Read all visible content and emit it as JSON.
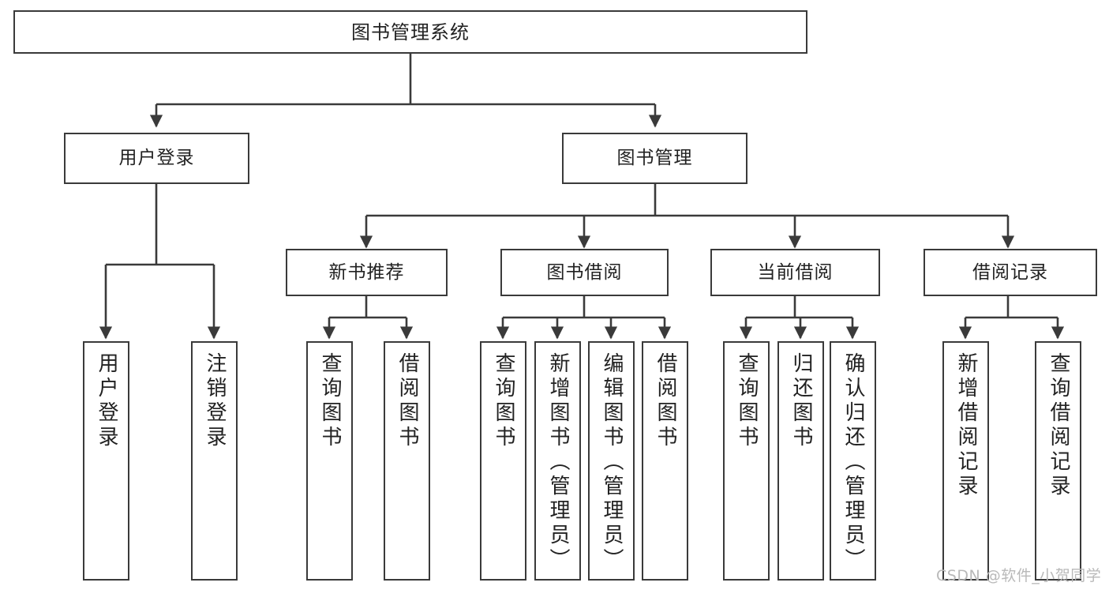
{
  "diagram": {
    "type": "tree-hierarchy",
    "title": "图书管理系统",
    "watermark": "CSDN @软件_小贺同学",
    "colors": {
      "background": "#ffffff",
      "border": "#3a3a3a",
      "text": "#222222",
      "edge": "#3a3a3a",
      "watermark": "#b9b9b9"
    },
    "root": {
      "label": "图书管理系统"
    },
    "level1": [
      {
        "label": "用户登录"
      },
      {
        "label": "图书管理"
      }
    ],
    "level2": [
      {
        "label": "新书推荐"
      },
      {
        "label": "图书借阅"
      },
      {
        "label": "当前借阅"
      },
      {
        "label": "借阅记录"
      }
    ],
    "leaves": {
      "user_login": [
        {
          "label": "用户登录"
        },
        {
          "label": "注销登录"
        }
      ],
      "new_book_recommend": [
        {
          "label": "查询图书"
        },
        {
          "label": "借阅图书"
        }
      ],
      "book_borrow": [
        {
          "label": "查询图书"
        },
        {
          "label": "新增图书（管理员）"
        },
        {
          "label": "编辑图书（管理员）"
        },
        {
          "label": "借阅图书"
        }
      ],
      "current_borrow": [
        {
          "label": "查询图书"
        },
        {
          "label": "归还图书"
        },
        {
          "label": "确认归还（管理员）"
        }
      ],
      "borrow_record": [
        {
          "label": "新增借阅记录"
        },
        {
          "label": "查询借阅记录"
        }
      ]
    }
  }
}
